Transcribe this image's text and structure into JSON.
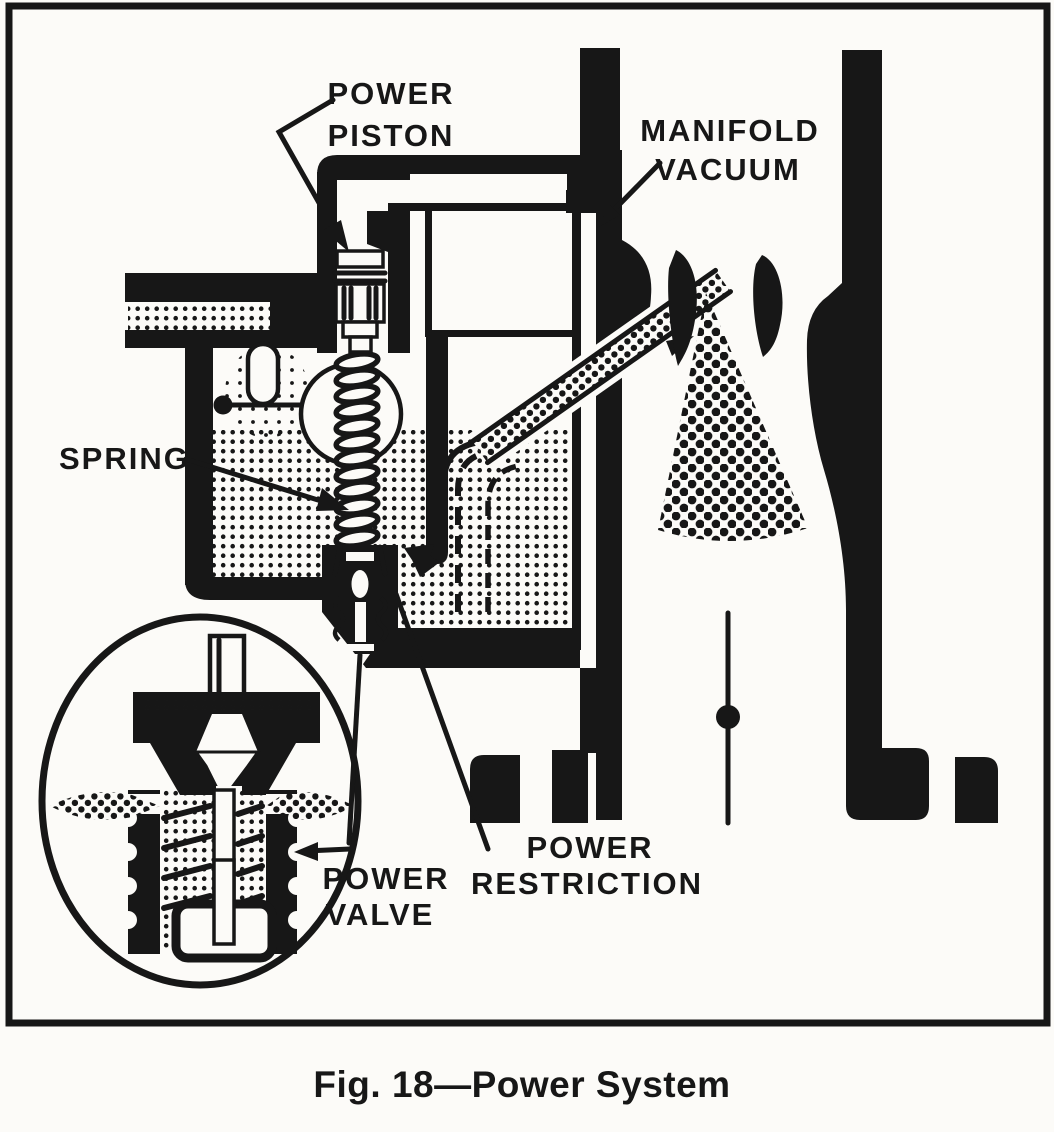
{
  "figure": {
    "caption": "Fig. 18—Power System",
    "type": "carburetor-power-system-cutaway"
  },
  "labels": {
    "power_piston": {
      "line1": "POWER",
      "line2": "PISTON"
    },
    "manifold_vacuum": {
      "line1": "MANIFOLD",
      "line2": "VACUUM"
    },
    "spring": {
      "text": "SPRING"
    },
    "power_valve": {
      "line1": "POWER",
      "line2": "VALVE"
    },
    "power_restriction": {
      "line1": "POWER",
      "line2": "RESTRICTION"
    }
  },
  "colors": {
    "ink": "#171717",
    "paper": "#fcfbf8"
  }
}
